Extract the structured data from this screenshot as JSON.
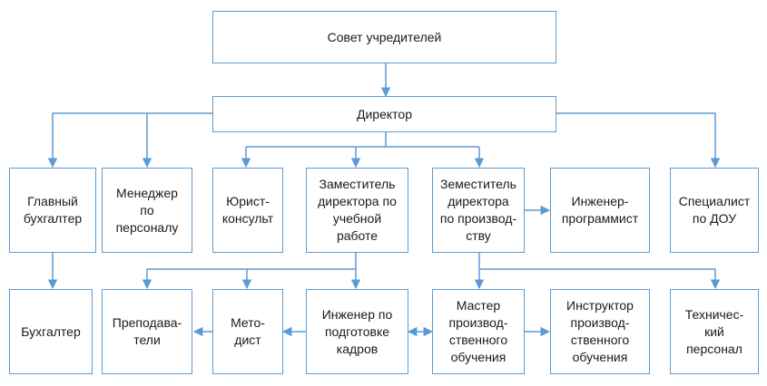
{
  "colors": {
    "line": "#5b9bd5",
    "box_border": "#5b9bd5",
    "text": "#1a1a1a"
  },
  "nodes": {
    "council": "Совет учредителей",
    "director": "Директор",
    "chief_accountant": "Главный\nбухгалтер",
    "hr_manager": "Менеджер\nпо\nперсоналу",
    "legal_adviser": "Юрист-\nконсульт",
    "deputy_education": "Заместитель\nдиректора по\nучебной\nработе",
    "deputy_production": "Земеститель\nдиректора\nпо производ-\nству",
    "software_engineer": "Инженер-\nпрограммист",
    "specialist_dou": "Специалист\nпо ДОУ",
    "accountant": "Бухгалтер",
    "teachers": "Преподава-\nтели",
    "methodist": "Мето-\nдист",
    "training_engineer": "Инженер по\nподготовке\nкадров",
    "production_master": "Мастер\nпроизвод-\nственного\nобучения",
    "production_instructor": "Инструктор\nпроизвод-\nственного\nобучения",
    "technical_staff": "Техничес-\nкий\nперсонал"
  }
}
